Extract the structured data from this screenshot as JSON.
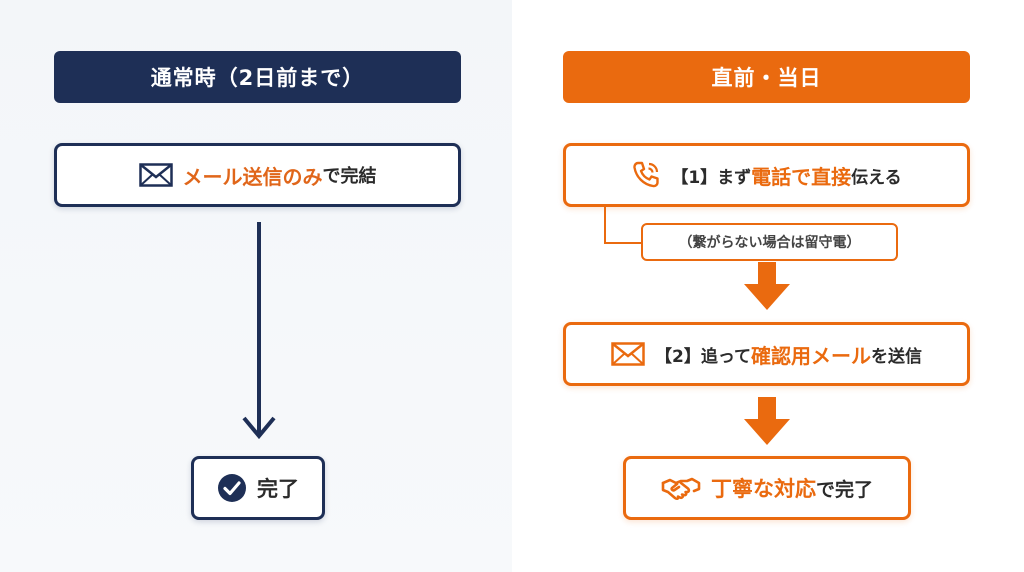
{
  "left": {
    "header": "通常時（2日前まで）",
    "step1": {
      "highlight": "メール送信のみ",
      "rest": "で完結",
      "icon": "mail-icon"
    },
    "done": {
      "label": "完了",
      "icon": "check-circle-icon"
    }
  },
  "right": {
    "header": "直前・当日",
    "step1": {
      "prefix": "【1】まず",
      "highlight": "電話で直接",
      "rest": "伝える",
      "icon": "phone-icon"
    },
    "note": "（繋がらない場合は留守電）",
    "step2": {
      "prefix": "【2】追って",
      "highlight": "確認用メール",
      "rest": "を送信",
      "icon": "mail-icon"
    },
    "done": {
      "highlight": "丁寧な対応",
      "rest": "で完了",
      "icon": "handshake-icon"
    }
  },
  "colors": {
    "navy": "#1e2f56",
    "orange": "#ea6a0f"
  }
}
